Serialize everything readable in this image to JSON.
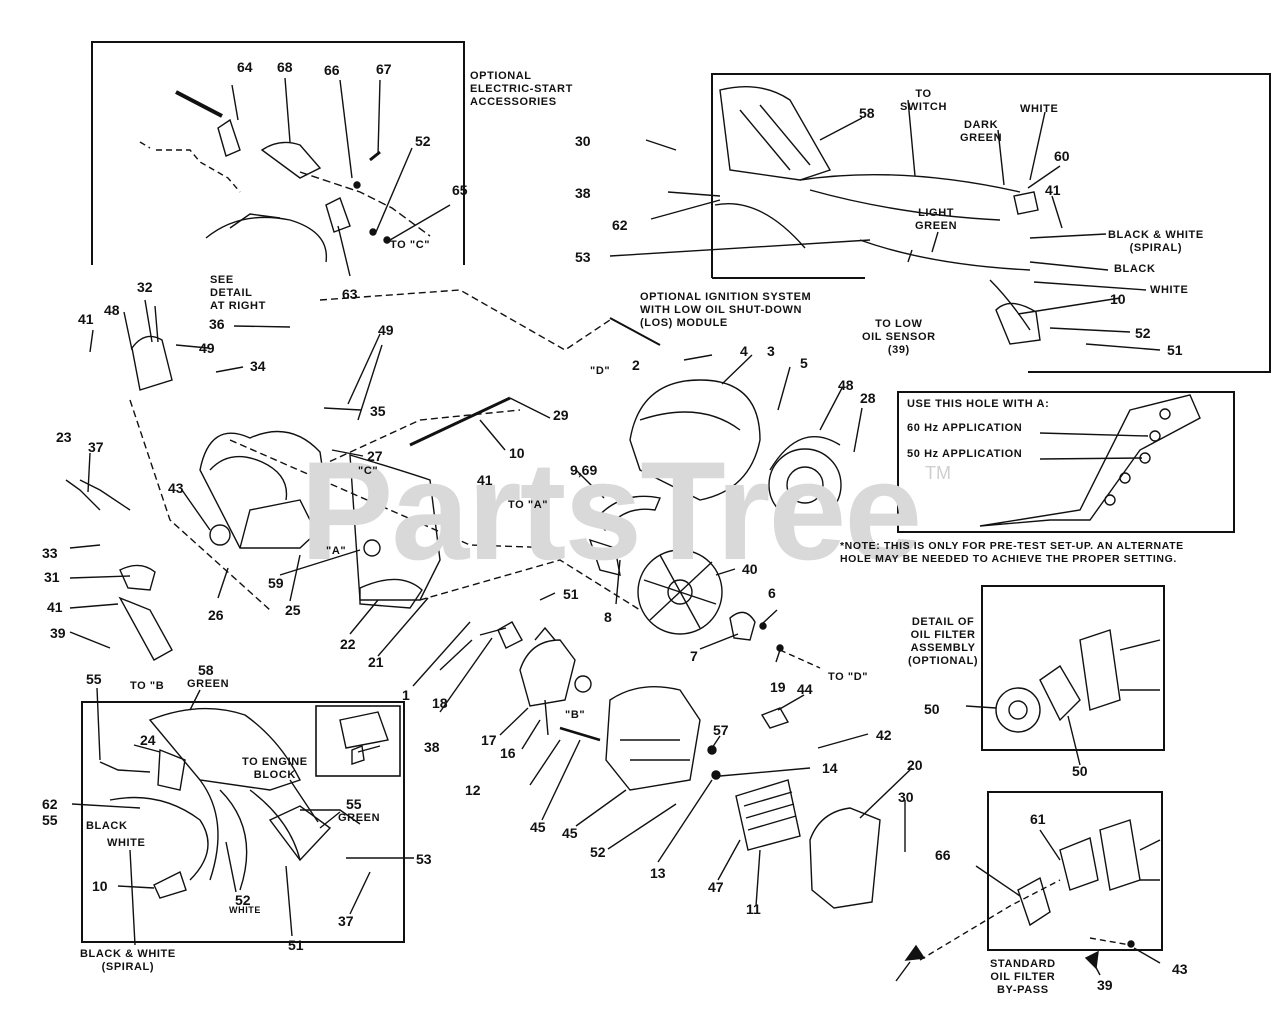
{
  "watermark": "PartsTree",
  "trademark": "TM",
  "captions": {
    "optional_electric_start": "OPTIONAL\nELECTRIC-START\nACCESSORIES",
    "to_c_top": "TO \"C\"",
    "see_detail": "SEE\nDETAIL\nAT RIGHT",
    "optional_ignition": "OPTIONAL IGNITION SYSTEM\nWITH LOW OIL SHUT-DOWN\n(LOS) MODULE",
    "to_switch": "TO\nSWITCH",
    "white_top": "WHITE",
    "dark_green": "DARK\nGREEN",
    "light_green": "LIGHT\nGREEN",
    "black_white_spiral_right": "BLACK & WHITE\n(SPIRAL)",
    "black_right": "BLACK",
    "white_right": "WHITE",
    "to_low_oil": "TO LOW\nOIL SENSOR\n(39)",
    "use_this_hole": "USE THIS HOLE WITH A:",
    "hz60": "60 Hz APPLICATION",
    "hz50": "50 Hz APPLICATION",
    "note": "*NOTE: THIS IS ONLY FOR PRE-TEST SET-UP. AN ALTERNATE\nHOLE MAY BE NEEDED TO ACHIEVE THE PROPER SETTING.",
    "d_left": "\"D\"",
    "c_mid": "\"C\"",
    "a_mid": "\"A\"",
    "to_a": "TO \"A\"",
    "b_mid": "\"B\"",
    "to_d": "TO \"D\"",
    "to_b": "TO \"B",
    "green_55_top": "GREEN",
    "to_engine_block": "TO ENGINE\nBLOCK",
    "green_55_mid": "GREEN",
    "black_left": "BLACK",
    "white_left": "WHITE",
    "white_55": "WHITE",
    "black_white_spiral_left": "BLACK & WHITE\n(SPIRAL)",
    "detail_oil_filter": "DETAIL OF\nOIL FILTER\nASSEMBLY\n(OPTIONAL)",
    "standard_oil_filter": "STANDARD\nOIL FILTER\nBY-PASS"
  },
  "callouts": [
    "64",
    "68",
    "66",
    "67",
    "52",
    "65",
    "63",
    "30",
    "38",
    "62",
    "53",
    "58",
    "60",
    "41",
    "10",
    "52",
    "51",
    "32",
    "48",
    "41",
    "49",
    "36",
    "49",
    "34",
    "35",
    "27",
    "41",
    "23",
    "37",
    "43",
    "33",
    "31",
    "41",
    "39",
    "26",
    "59",
    "25",
    "22",
    "21",
    "1",
    "2",
    "4",
    "3",
    "5",
    "48",
    "28",
    "29",
    "10",
    "9,69",
    "40",
    "51",
    "8",
    "6",
    "7",
    "19",
    "18",
    "17",
    "16",
    "45",
    "12",
    "45",
    "52",
    "57",
    "14",
    "44",
    "42",
    "13",
    "47",
    "11",
    "20",
    "30",
    "55",
    "58",
    "24",
    "38",
    "62",
    "55",
    "55",
    "52",
    "53",
    "10",
    "51",
    "37",
    "50",
    "50",
    "61",
    "66",
    "43",
    "39"
  ]
}
